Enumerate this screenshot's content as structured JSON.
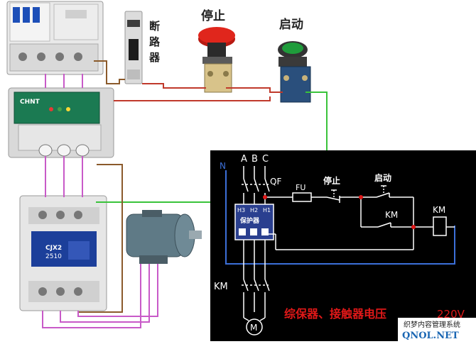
{
  "photo": {
    "breaker_label_chars": [
      "断",
      "路",
      "器"
    ],
    "stop_label": "停止",
    "start_label": "启动",
    "protector_brand": "CHNT",
    "contactor_model": "CJX2",
    "contactor_rating": "2510"
  },
  "schematic": {
    "neutral_label": "N",
    "phases": [
      "A",
      "B",
      "C"
    ],
    "qf_label": "QF",
    "fu_label": "FU",
    "stop_label": "停止",
    "start_label": "启动",
    "km_aux_label": "KM",
    "km_coil_label": "KM",
    "km_main_label": "KM",
    "protector_terminals": [
      "H3",
      "H2",
      "H1"
    ],
    "protector_name": "保护器",
    "motor_label": "M",
    "caption_cn": "综保器、接触器电压",
    "caption_voltage": "220V"
  },
  "watermark": {
    "line1": "织梦内容管理系统",
    "line2": "QNOL.NET"
  },
  "colors": {
    "schematic_bg": "#000000",
    "schematic_line": "#ffffff",
    "neutral_line": "#3c6fd8",
    "caption_red": "#e01818",
    "wire_green": "#39c33a",
    "wire_pink": "#c85ac8",
    "wire_brown": "#8b5a2b",
    "wire_red": "#c0392b",
    "stop_button": "#e0261c",
    "start_button": "#1f9c3b"
  }
}
